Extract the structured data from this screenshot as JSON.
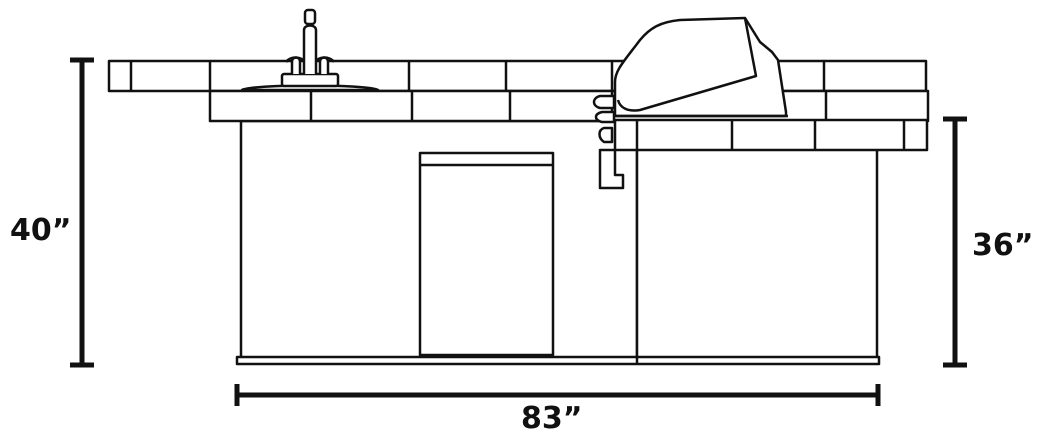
{
  "dimensions": {
    "left_height": "40”",
    "right_height": "36”",
    "width": "83”"
  }
}
